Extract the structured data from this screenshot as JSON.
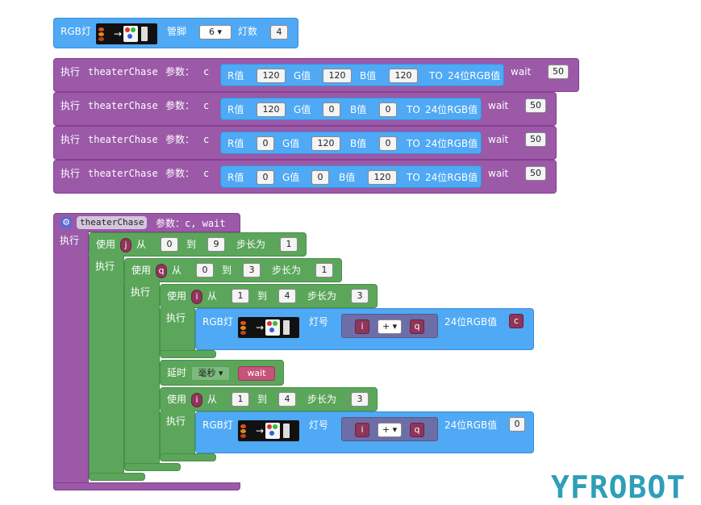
{
  "rgb_setup": {
    "title": "RGB灯",
    "pin_label": "管脚",
    "pin_value": "6",
    "count_label": "灯数",
    "count_value": "4"
  },
  "calls": [
    {
      "exec": "执行",
      "fn": "theaterChase",
      "params": "参数：",
      "c": "c",
      "r_label": "R值",
      "r": "120",
      "g_label": "G值",
      "g": "120",
      "b_label": "B值",
      "b": "120",
      "to": "TO",
      "rgb24": "24位RGB值",
      "wait_label": "wait",
      "wait": "50"
    },
    {
      "exec": "执行",
      "fn": "theaterChase",
      "params": "参数：",
      "c": "c",
      "r_label": "R值",
      "r": "120",
      "g_label": "G值",
      "g": "0",
      "b_label": "B值",
      "b": "0",
      "to": "TO",
      "rgb24": "24位RGB值",
      "wait_label": "wait",
      "wait": "50"
    },
    {
      "exec": "执行",
      "fn": "theaterChase",
      "params": "参数：",
      "c": "c",
      "r_label": "R值",
      "r": "0",
      "g_label": "G值",
      "g": "120",
      "b_label": "B值",
      "b": "0",
      "to": "TO",
      "rgb24": "24位RGB值",
      "wait_label": "wait",
      "wait": "50"
    },
    {
      "exec": "执行",
      "fn": "theaterChase",
      "params": "参数：",
      "c": "c",
      "r_label": "R值",
      "r": "0",
      "g_label": "G值",
      "g": "0",
      "b_label": "B值",
      "b": "120",
      "to": "TO",
      "rgb24": "24位RGB值",
      "wait_label": "wait",
      "wait": "50"
    }
  ],
  "func_def": {
    "name": "theaterChase",
    "params": "参数：c, wait",
    "exec": "执行",
    "loop_j": {
      "use": "使用",
      "var": "j",
      "from": "从",
      "start": "0",
      "to": "到",
      "end": "9",
      "step_label": "步长为",
      "step": "1",
      "exec": "执行"
    },
    "loop_q": {
      "use": "使用",
      "var": "q",
      "from": "从",
      "start": "0",
      "to": "到",
      "end": "3",
      "step_label": "步长为",
      "step": "1",
      "exec": "执行"
    },
    "loop_i1": {
      "use": "使用",
      "var": "i",
      "from": "从",
      "start": "1",
      "to": "到",
      "end": "4",
      "step_label": "步长为",
      "step": "3",
      "exec": "执行"
    },
    "set_on": {
      "title": "RGB灯",
      "lamp_label": "灯号",
      "a": "i",
      "op": "+",
      "b": "q",
      "rgb24": "24位RGB值",
      "color": "c"
    },
    "delay": {
      "label": "延时",
      "unit": "毫秒",
      "value": "wait"
    },
    "loop_i2": {
      "use": "使用",
      "var": "i",
      "from": "从",
      "start": "1",
      "to": "到",
      "end": "4",
      "step_label": "步长为",
      "step": "3",
      "exec": "执行"
    },
    "set_off": {
      "title": "RGB灯",
      "lamp_label": "灯号",
      "a": "i",
      "op": "+",
      "b": "q",
      "rgb24": "24位RGB值",
      "color": "0"
    }
  },
  "logo": "YFROBOT",
  "colors": {
    "rgb_block": "#4fa9f5",
    "proc_block": "#9b59a8",
    "loop_block": "#5ba65b",
    "math_block": "#6c6ea8",
    "var_block": "#8f355a",
    "logo": "#2e9fb8"
  }
}
